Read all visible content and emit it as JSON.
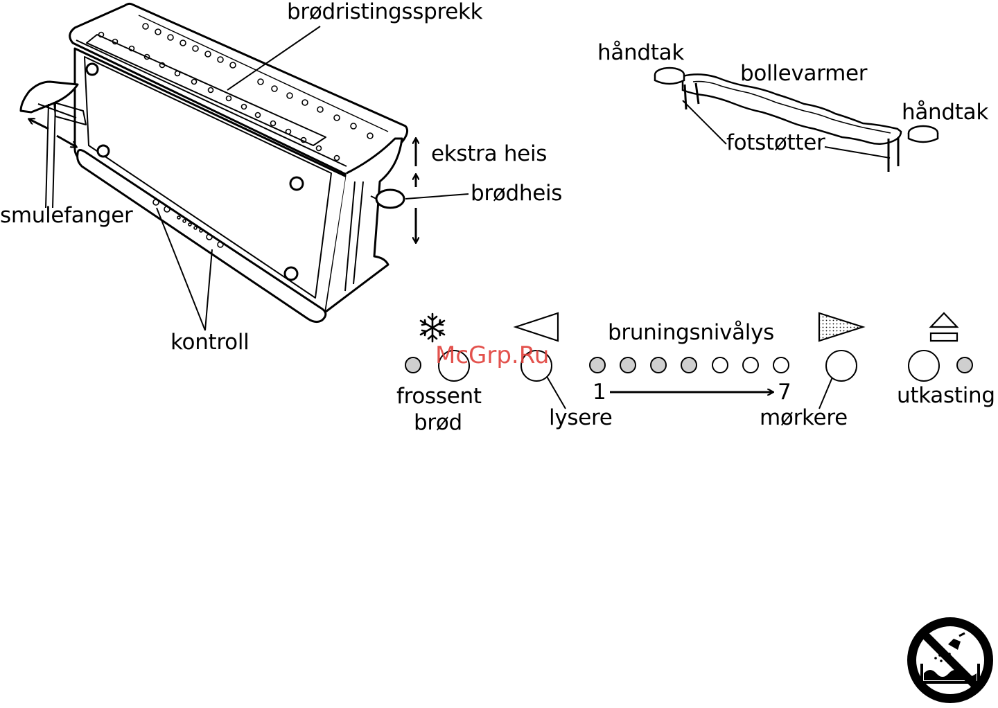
{
  "labels": {
    "brodristingssprekk": "brødristingssprekk",
    "handtak_left": "håndtak",
    "bollevarmer": "bollevarmer",
    "handtak_right": "håndtak",
    "fotstotter": "fotstøtter",
    "ekstra_heis": "ekstra heis",
    "brodheis": "brødheis",
    "smulefanger": "smulefanger",
    "kontroll": "kontroll",
    "bruningsnivalys": "bruningsnivålys",
    "frossent_line1": "frossent",
    "frossent_line2": "brød",
    "lysere": "lysere",
    "scale_min": "1",
    "scale_max": "7",
    "morkere": "mørkere",
    "utkasting": "utkasting"
  },
  "watermark": "McGrp.Ru",
  "icons": {
    "frozen": "snowflake-icon",
    "lighter": "triangle-left-icon",
    "darker": "triangle-right-dotted-icon",
    "eject": "eject-icon",
    "warning": "no-water-immersion-icon"
  },
  "browning_leds": {
    "count": 7,
    "lit": 4
  },
  "colors": {
    "led_lit": "#cfcfcf",
    "line": "#000000",
    "watermark": "#e0403a"
  }
}
